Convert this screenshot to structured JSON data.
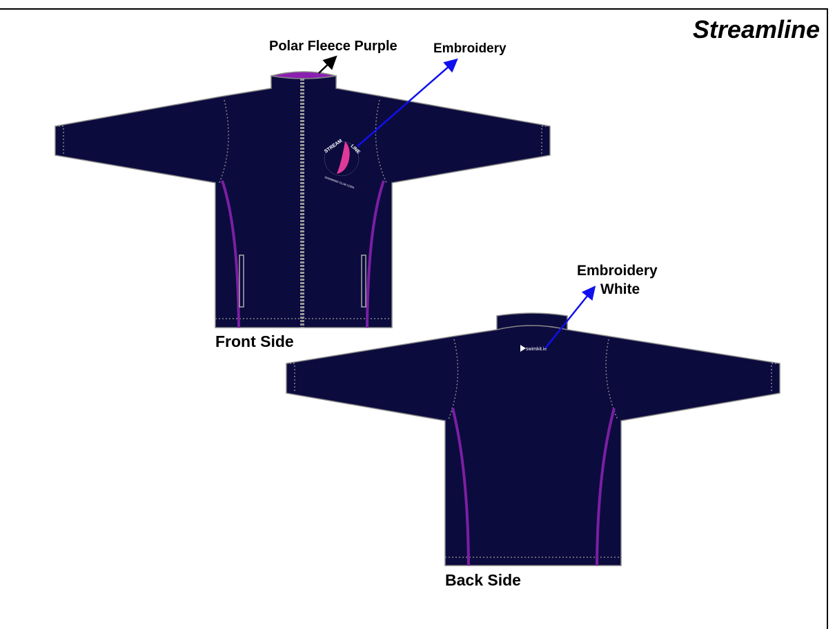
{
  "brand_title": "Streamline",
  "labels": {
    "lining": "Polar Fleece Purple",
    "front_embroidery": "Embroidery",
    "back_embroidery_line1": "Embroidery",
    "back_embroidery_line2": "White",
    "front_side": "Front Side",
    "back_side": "Back Side"
  },
  "logos": {
    "front_top": "STREAM",
    "front_top2": "LINE",
    "front_bottom": "SWIMMING CLUB CORK",
    "back": "swimkit.ie"
  },
  "colors": {
    "jacket": "#0c0b3e",
    "piping": "#7b1fa2",
    "lining": "#8a1fb0",
    "arrow_blue": "#1010ee",
    "logo_pink": "#e0399a"
  }
}
